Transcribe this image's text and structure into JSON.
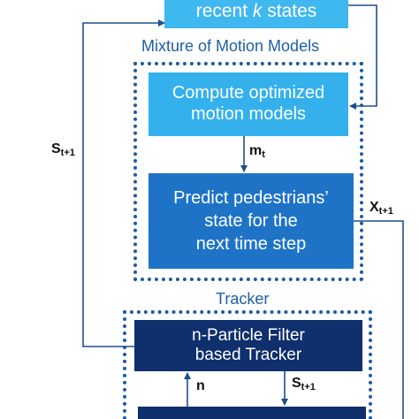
{
  "diagram": {
    "top_box": {
      "line_prefix": "recent ",
      "line_var": "k",
      "line_suffix": " states"
    },
    "mixture_label": "Mixture of Motion Models",
    "compute_box": {
      "line1": "Compute optimized",
      "line2": "motion models"
    },
    "predict_box": {
      "line1": "Predict pedestrians’",
      "line2": "state for the",
      "line3": "next time step"
    },
    "tracker_label": "Tracker",
    "pf_box": {
      "line1": "n-Particle Filter",
      "line2": "based Tracker"
    },
    "symbols": {
      "s_left": {
        "base": "S",
        "sub": "t+1"
      },
      "m": {
        "base": "m",
        "sub": "t"
      },
      "x": {
        "base": "X",
        "sub": "t+1"
      },
      "n": {
        "base": "n"
      },
      "s_bottom": {
        "base": "S",
        "sub": "t+1"
      }
    },
    "colors": {
      "top_box": "#3fb7ef",
      "compute_box": "#34b1ec",
      "predict_box": "#1e73c7",
      "tracker_box": "#0f2f6d",
      "dotted_border": "#1e5aa0",
      "label_text": "#1d5fa8",
      "arrow": "#1f4e8c"
    }
  }
}
